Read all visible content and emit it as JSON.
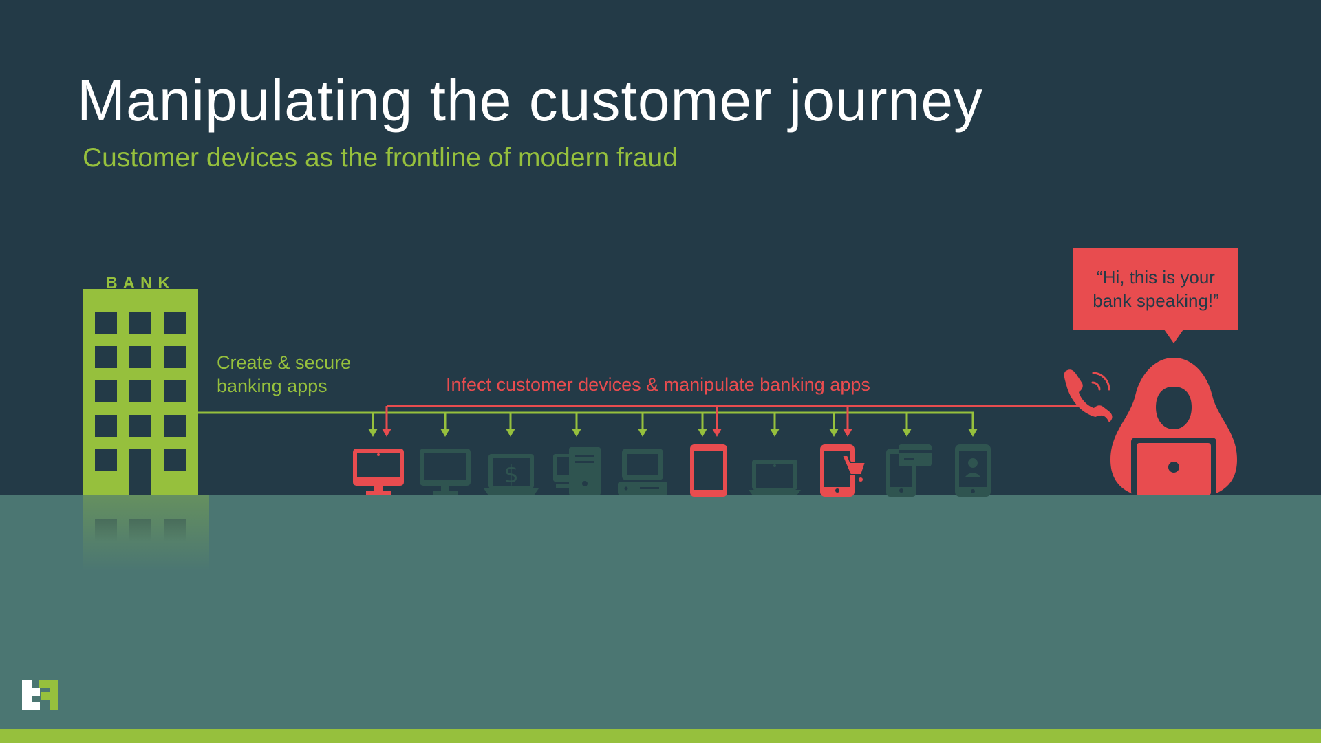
{
  "title": "Manipulating the customer journey",
  "subtitle": "Customer devices as the frontline of modern fraud",
  "bank": {
    "label": "BANK"
  },
  "bank_action": {
    "line1": "Create & secure",
    "line2": "banking apps"
  },
  "fraud_action": "Infect customer devices & manipulate banking apps",
  "speech": {
    "line1": "“Hi, this is your",
    "line2": "bank speaking!”"
  },
  "devices": [
    {
      "icon": "desktop-monitor-icon",
      "infected": true
    },
    {
      "icon": "desktop-monitor-icon",
      "infected": false
    },
    {
      "icon": "laptop-payment-icon",
      "infected": false
    },
    {
      "icon": "desktop-tower-icon",
      "infected": false
    },
    {
      "icon": "computer-terminal-icon",
      "infected": false
    },
    {
      "icon": "tablet-icon",
      "infected": true
    },
    {
      "icon": "laptop-icon",
      "infected": false
    },
    {
      "icon": "mobile-shopping-icon",
      "infected": true
    },
    {
      "icon": "mobile-card-icon",
      "infected": false
    },
    {
      "icon": "mobile-contact-icon",
      "infected": false
    }
  ],
  "colors": {
    "background": "#233a47",
    "ground": "#4b7672",
    "accent_green": "#96c03d",
    "accent_red": "#e84c4f",
    "device_neutral": "#2f5450"
  }
}
